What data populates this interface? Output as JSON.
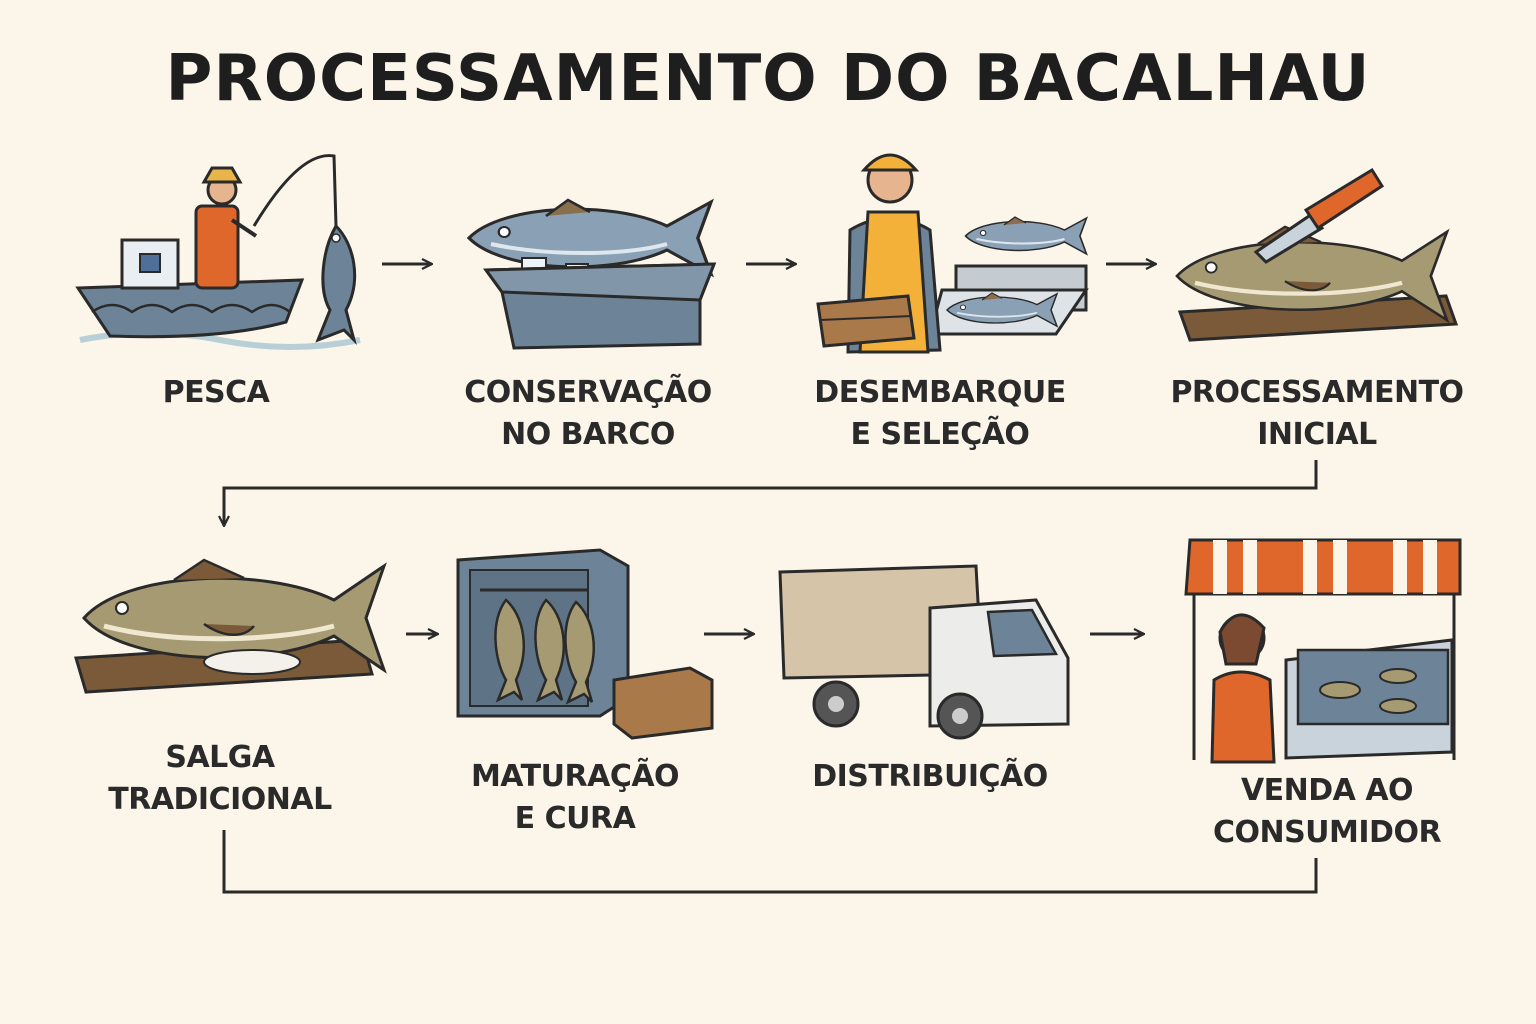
{
  "title": "PROCESSAMENTO DO BACALHAU",
  "steps": [
    {
      "icon": "fisherman-boat-icon",
      "lines": [
        "PESCA"
      ]
    },
    {
      "icon": "fish-ice-crate-icon",
      "lines": [
        "CONSERVAÇÃO",
        "NO BARCO"
      ]
    },
    {
      "icon": "worker-sorting-icon",
      "lines": [
        "DESEMBARQUE",
        "E SELEÇÃO"
      ]
    },
    {
      "icon": "knife-fish-board-icon",
      "lines": [
        "PROCESSAMENTO",
        "INICIAL"
      ]
    },
    {
      "icon": "salted-fish-board-icon",
      "lines": [
        "SALGA",
        "TRADICIONAL"
      ]
    },
    {
      "icon": "curing-cabinet-icon",
      "lines": [
        "MATURAÇÃO",
        "E CURA"
      ]
    },
    {
      "icon": "delivery-truck-icon",
      "lines": [
        "DISTRIBUIÇÃO"
      ]
    },
    {
      "icon": "market-stall-icon",
      "lines": [
        "VENDA AO",
        "CONSUMIDOR"
      ]
    }
  ],
  "colors": {
    "background": "#fcf6ea",
    "outline": "#2a2a2a",
    "slate": "#6d8398",
    "orange": "#e0672b",
    "wood": "#7b5a3a",
    "cod": "#a59a72"
  }
}
